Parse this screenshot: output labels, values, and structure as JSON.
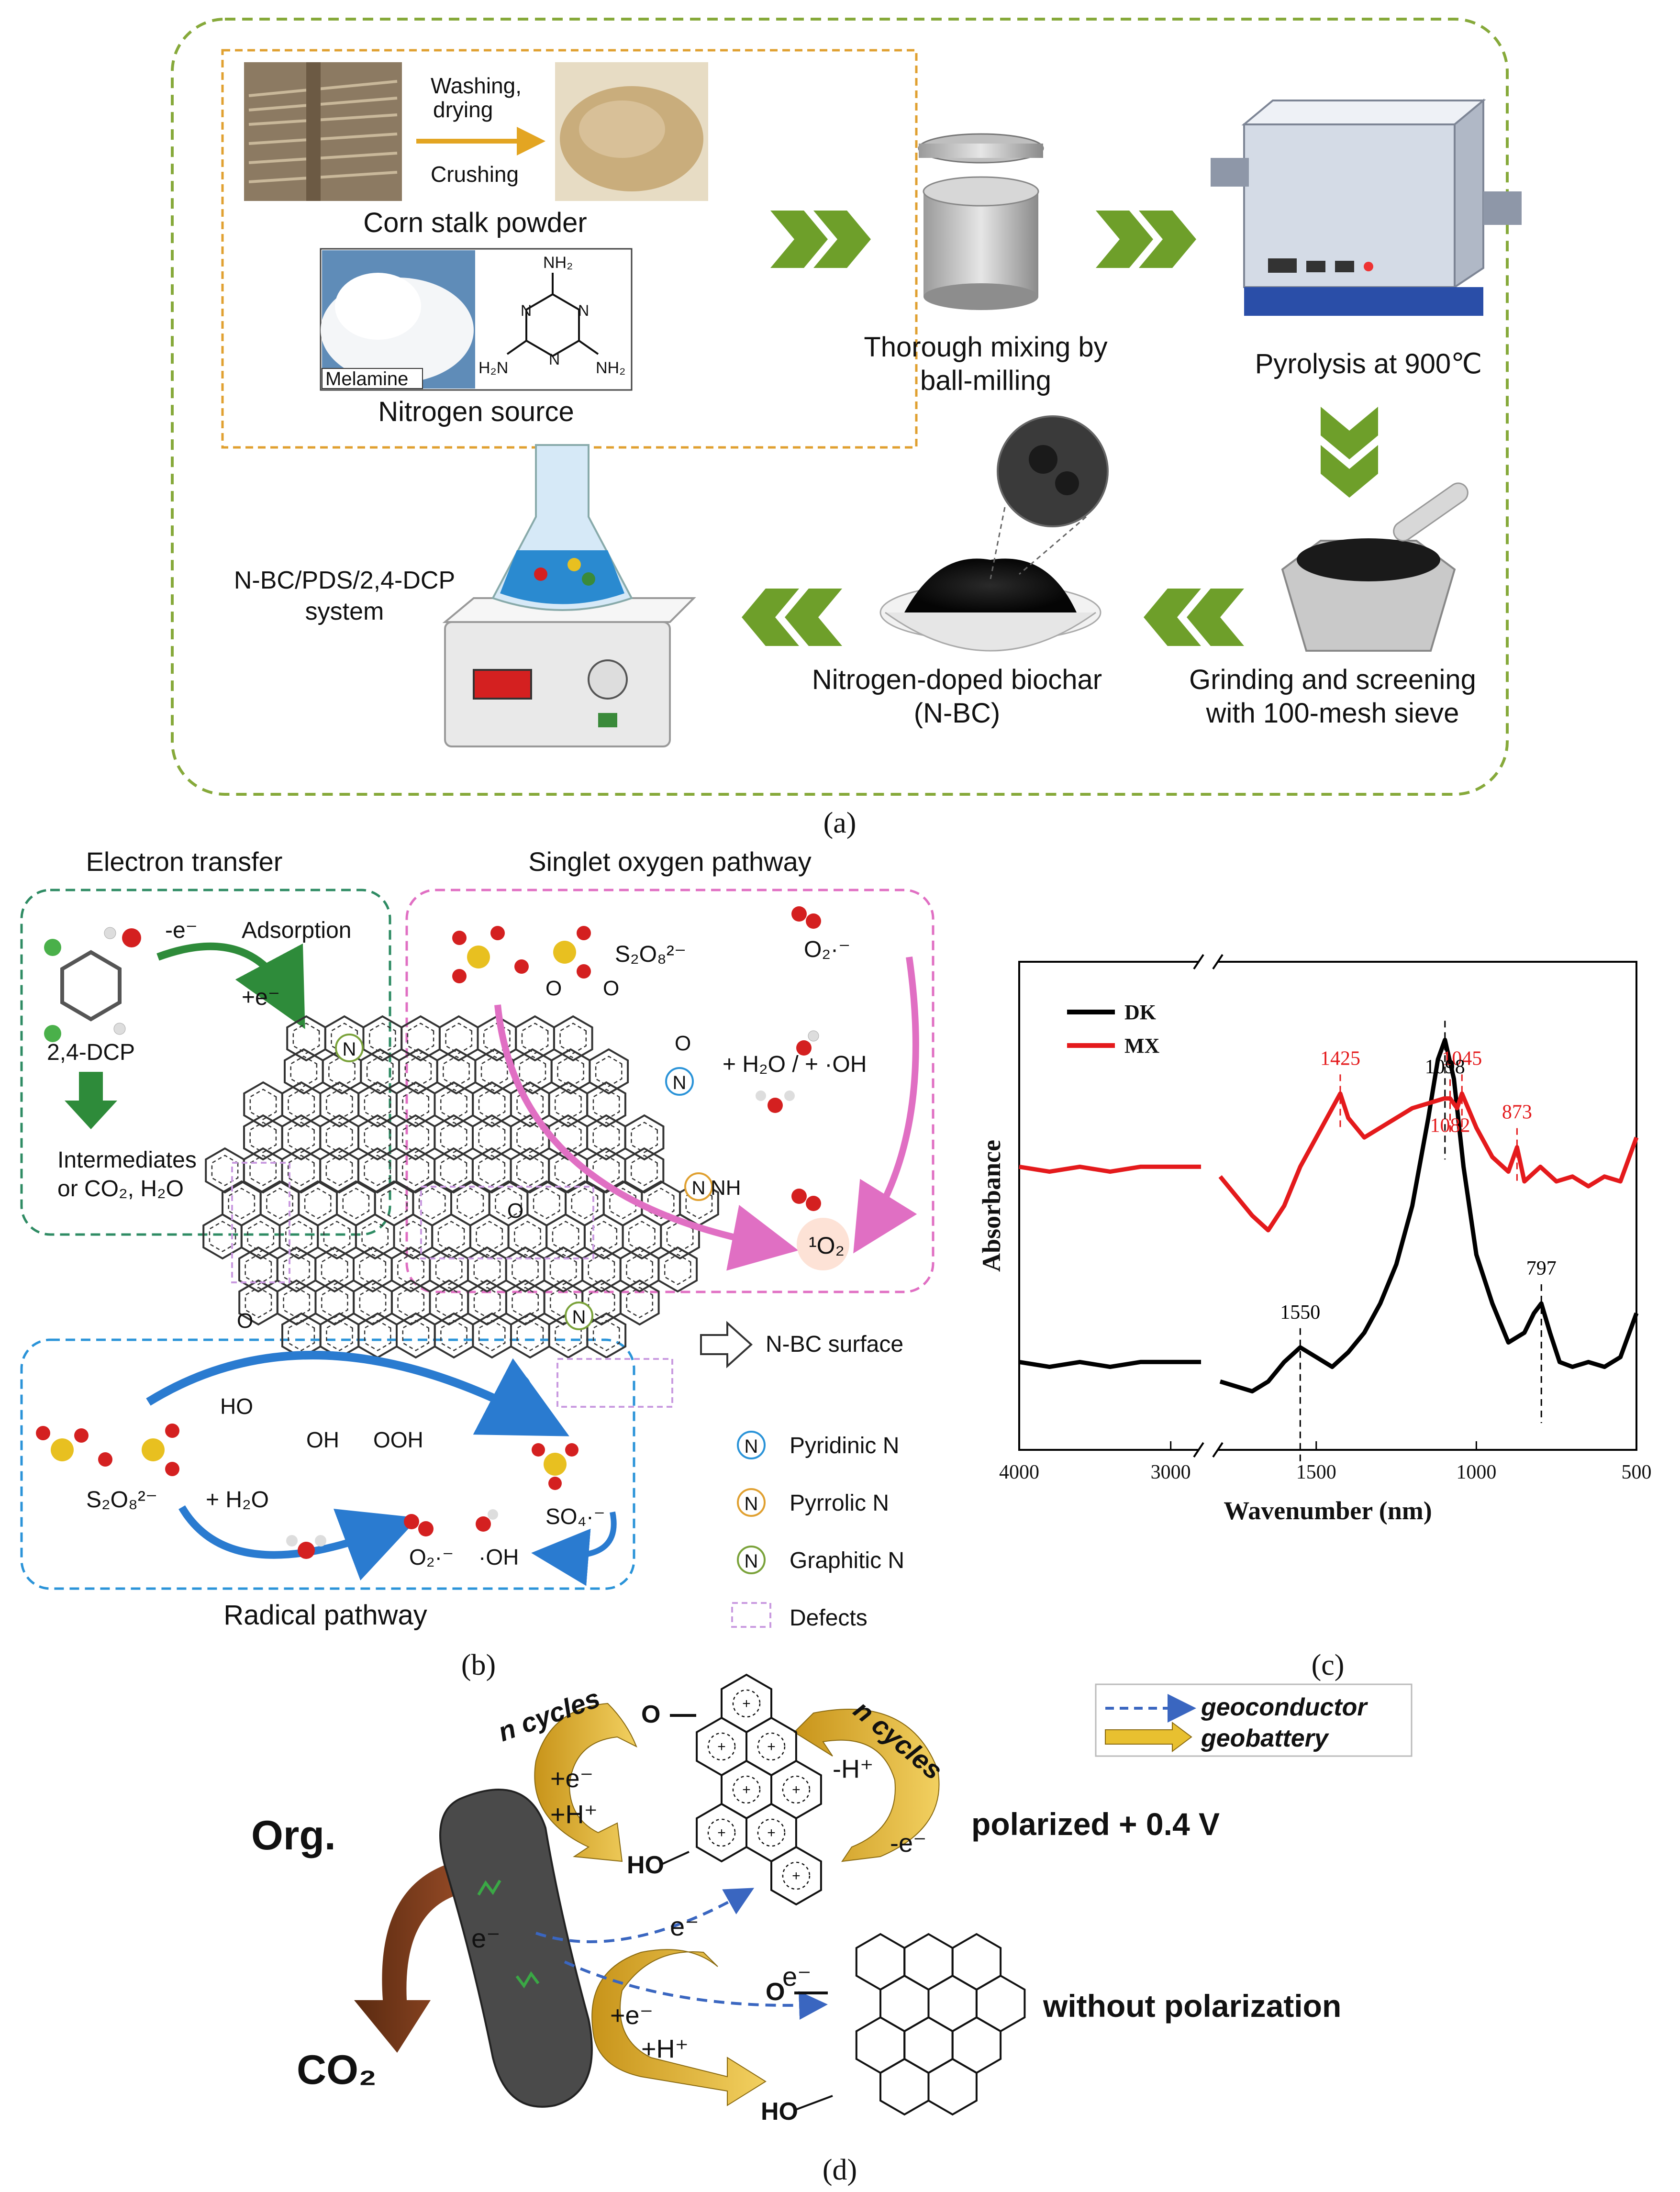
{
  "colors": {
    "panel_a_border": "#86a93a",
    "source_box_border": "#e0a030",
    "chevron_green": "#6e9f2a",
    "electron_box": "#2e8b63",
    "singlet_box": "#e06fc3",
    "radical_box": "#2a93d8",
    "defect_box": "#c99ae0",
    "pyridinic": "#2a93d8",
    "pyrrolic": "#e0a030",
    "graphitic": "#7aa23a",
    "dk_line": "#000000",
    "mx_line": "#e41a1c",
    "geoconductor": "#3a66c0",
    "geobattery": "#d8b028",
    "plus_text": "#3aa845"
  },
  "panel_a": {
    "washing": "Washing,",
    "drying": "drying",
    "crushing": "Crushing",
    "corn_stalk": "Corn stalk powder",
    "melamine": "Melamine",
    "nitrogen_source": "Nitrogen source",
    "nh2_top": "NH₂",
    "nh2_left": "H₂N",
    "nh2_right": "NH₂",
    "ring_n": "N",
    "mixing_line1": "Thorough mixing by",
    "mixing_line2": "ball-milling",
    "pyrolysis": "Pyrolysis at 900℃",
    "grinding_line1": "Grinding and screening",
    "grinding_line2": "with 100-mesh sieve",
    "biochar_line1": "Nitrogen-doped biochar",
    "biochar_line2": "(N-BC)",
    "system_line1": "N-BC/PDS/2,4-DCP",
    "system_line2": "system",
    "caption": "(a)"
  },
  "panel_b": {
    "electron_transfer": "Electron transfer",
    "singlet_pathway": "Singlet oxygen pathway",
    "radical_pathway": "Radical pathway",
    "minus_e": "-e⁻",
    "plus_e": "+e⁻",
    "adsorption": "Adsorption",
    "dcp": "2,4-DCP",
    "intermediates_line1": "Intermediates",
    "intermediates_line2": "or CO₂, H₂O",
    "s2o8_top": "S₂O₈²⁻",
    "s2o8_left": "S₂O₈²⁻",
    "o2_minus_top": "O₂·⁻",
    "h2o_oh": "+ H₂O / + ·OH",
    "singlet_o2": "¹O₂",
    "h2o": "+ H₂O",
    "o2_minus": "O₂·⁻",
    "oh_radical": "·OH",
    "so4": "SO₄·⁻",
    "ho": "HO",
    "oh": "OH",
    "ooh": "OOH",
    "o": "O",
    "n": "N",
    "nh": "NH",
    "nbc_surface": "N-BC surface",
    "legend_pyridinic": "Pyridinic N",
    "legend_pyrrolic": "Pyrrolic N",
    "legend_graphitic": "Graphitic N",
    "legend_defects": "Defects",
    "caption": "(b)"
  },
  "chart_data": {
    "type": "line",
    "xlabel": "Wavenumber (nm)",
    "ylabel": "Absorbance",
    "x_axis": "reversed, broken between 2800 and 1800",
    "x_ticks": [
      "4000",
      "3000",
      "1500",
      "1000",
      "500"
    ],
    "xlim": [
      4000,
      500
    ],
    "legend_position": "top-left",
    "series": [
      {
        "name": "DK",
        "color": "#000000",
        "x": [
          4000,
          3800,
          3600,
          3400,
          3200,
          3000,
          2800,
          1800,
          1700,
          1650,
          1600,
          1550,
          1500,
          1450,
          1400,
          1350,
          1300,
          1250,
          1200,
          1150,
          1120,
          1098,
          1070,
          1040,
          1000,
          950,
          900,
          850,
          820,
          797,
          770,
          740,
          700,
          650,
          600,
          550,
          500
        ],
        "y": [
          0.18,
          0.17,
          0.18,
          0.17,
          0.18,
          0.18,
          0.18,
          0.14,
          0.12,
          0.14,
          0.18,
          0.21,
          0.19,
          0.17,
          0.2,
          0.24,
          0.3,
          0.38,
          0.5,
          0.68,
          0.8,
          0.84,
          0.76,
          0.58,
          0.4,
          0.3,
          0.22,
          0.24,
          0.28,
          0.3,
          0.24,
          0.18,
          0.17,
          0.18,
          0.17,
          0.19,
          0.28
        ]
      },
      {
        "name": "MX",
        "color": "#e41a1c",
        "x": [
          4000,
          3800,
          3600,
          3400,
          3200,
          3000,
          2800,
          1800,
          1750,
          1700,
          1650,
          1600,
          1550,
          1500,
          1450,
          1425,
          1400,
          1350,
          1300,
          1250,
          1200,
          1150,
          1100,
          1082,
          1060,
          1045,
          1000,
          950,
          900,
          873,
          850,
          800,
          750,
          700,
          650,
          600,
          550,
          500
        ],
        "y": [
          0.58,
          0.57,
          0.58,
          0.57,
          0.58,
          0.58,
          0.58,
          0.56,
          0.52,
          0.48,
          0.45,
          0.5,
          0.58,
          0.64,
          0.7,
          0.73,
          0.68,
          0.64,
          0.66,
          0.68,
          0.7,
          0.71,
          0.72,
          0.72,
          0.7,
          0.73,
          0.66,
          0.6,
          0.57,
          0.62,
          0.55,
          0.58,
          0.55,
          0.56,
          0.54,
          0.56,
          0.55,
          0.64
        ]
      }
    ],
    "annotations": [
      {
        "label": "1425",
        "x": 1425,
        "series": "MX"
      },
      {
        "label": "1045",
        "x": 1045,
        "series": "MX"
      },
      {
        "label": "1082",
        "x": 1082,
        "series": "MX"
      },
      {
        "label": "873",
        "x": 873,
        "series": "MX"
      },
      {
        "label": "1550",
        "x": 1550,
        "series": "DK"
      },
      {
        "label": "1098",
        "x": 1098,
        "series": "DK"
      },
      {
        "label": "797",
        "x": 797,
        "series": "DK"
      }
    ],
    "caption": "(c)"
  },
  "panel_d": {
    "legend_geoconductor": "geoconductor",
    "legend_geobattery": "geobattery",
    "n_cycles_left": "n cycles",
    "n_cycles_right": "n cycles",
    "org": "Org.",
    "co2": "CO₂",
    "plus_e_top": "+e⁻",
    "plus_h_top": "+H⁺",
    "minus_h": "-H⁺",
    "minus_e": "-e⁻",
    "e_mid": "e⁻",
    "e_inside": "e⁻",
    "e_lower": "e⁻",
    "plus_e_bottom": "+e⁻",
    "plus_h_bottom": "+H⁺",
    "ho_top": "HO",
    "ho_bottom": "HO",
    "o_top": "O",
    "o_bottom": "O",
    "polarized": "polarized + 0.4 V",
    "without": "without polarization",
    "caption": "(d)"
  }
}
